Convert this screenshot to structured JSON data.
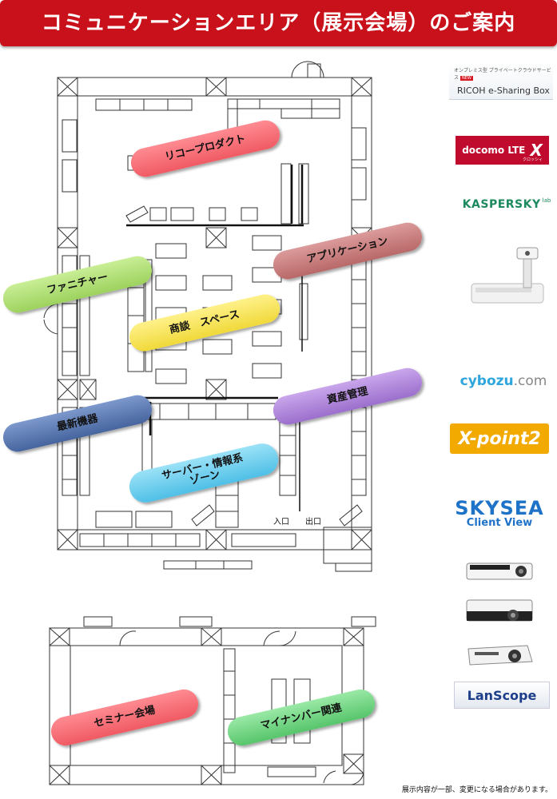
{
  "banner": {
    "title": "コミュニケーションエリア（展示会場）のご案内"
  },
  "zones": [
    {
      "label": "リコープロダクト",
      "color": "#f05a63"
    },
    {
      "label": "アプリケーション",
      "color": "#c27575"
    },
    {
      "label": "ファニチャー",
      "color": "#a8d86a"
    },
    {
      "label": "商談　スペース",
      "color": "#f2df4a"
    },
    {
      "label": "資産管理",
      "color": "#a57ccf"
    },
    {
      "label": "最新機器",
      "color": "#4f6eaa"
    },
    {
      "label": "サーバー・情報系\nゾーン",
      "color": "#59c6eb"
    },
    {
      "label": "セミナー会場",
      "color": "#f05a63"
    },
    {
      "label": "マイナンバー関連",
      "color": "#62cc74"
    }
  ],
  "entrance": {
    "in": "入口",
    "out": "出口"
  },
  "logos": {
    "ricoh_caption": "オンプレミス型 プライベートクラウドサービス",
    "ricoh_badge": "NEW",
    "ricoh_name": "RICOH e-Sharing Box",
    "docomo": "docomo LTE",
    "docomo_x": "X",
    "docomo_sub": "クロッシィ",
    "kaspersky": "KASPERSKY",
    "kaspersky_sup": "lab",
    "cybozu": "cybozu",
    "cybozu_tld": ".com",
    "xpoint": "X-point2",
    "skysea": "SKYSEA",
    "skysea_sub": "Client View",
    "lanscope": "LanScope"
  },
  "footnote": "展示内容が一部、変更になる場合があります。"
}
